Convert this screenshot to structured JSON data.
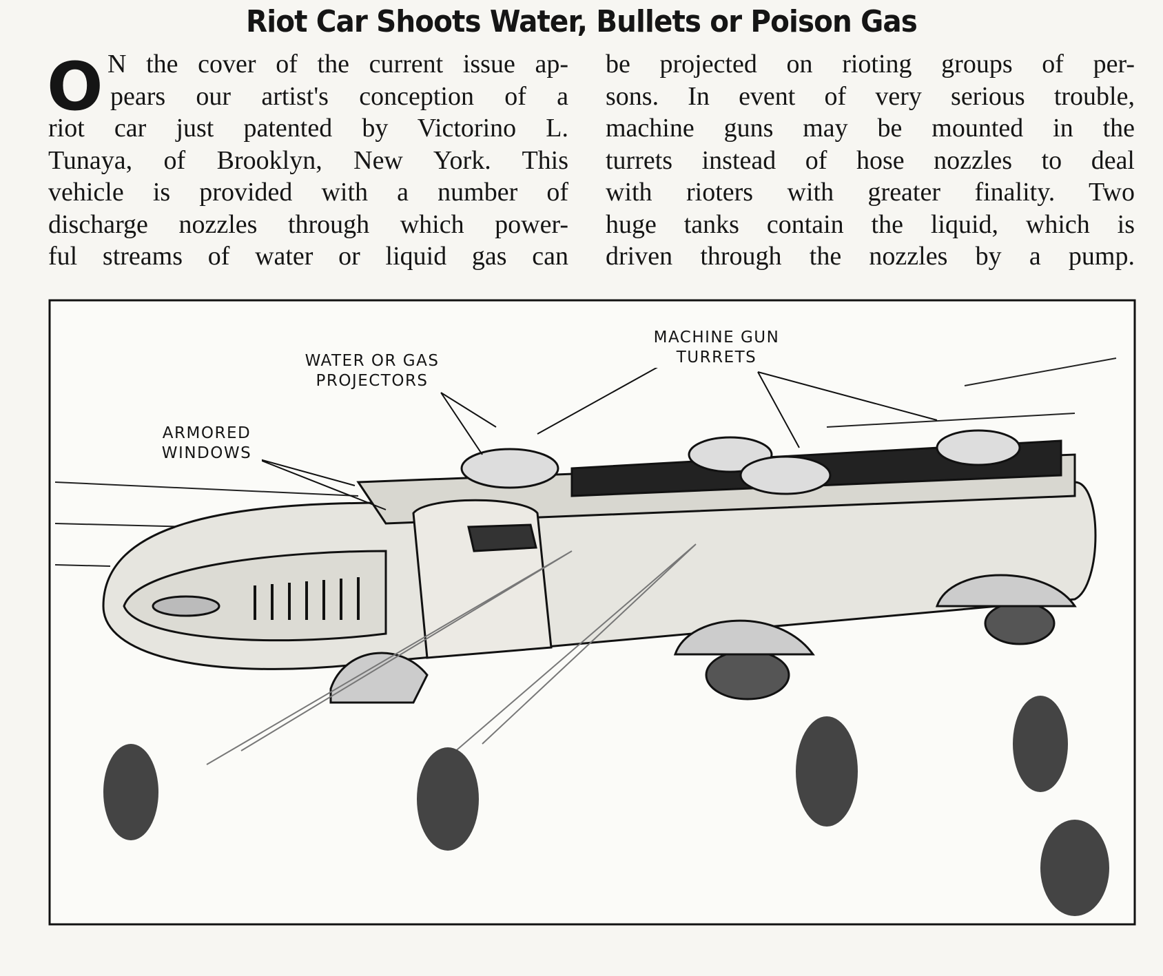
{
  "article": {
    "title": "Riot Car Shoots Water, Bullets or Poison Gas",
    "drop_cap": "O",
    "left_column": [
      "N the cover of the current issue ap-",
      "pears our artist's conception of a",
      "riot car just patented by Victorino L.",
      "Tunaya, of Brooklyn, New York. This",
      "vehicle is provided with a number of",
      "discharge nozzles through which power-",
      "ful streams of water or liquid gas can"
    ],
    "right_column": [
      "be projected on rioting groups of per-",
      "sons. In event of very serious trouble,",
      "machine guns may be mounted in the",
      "turrets instead of hose nozzles to deal",
      "with rioters with greater finality. Two",
      "huge tanks contain the liquid, which is",
      "driven through the nozzles by a pump."
    ]
  },
  "illustration": {
    "labels": {
      "projectors": [
        "WATER OR GAS",
        "PROJECTORS"
      ],
      "turrets": [
        "MACHINE GUN",
        "TURRETS"
      ],
      "windows": [
        "ARMORED",
        "WINDOWS"
      ]
    }
  }
}
